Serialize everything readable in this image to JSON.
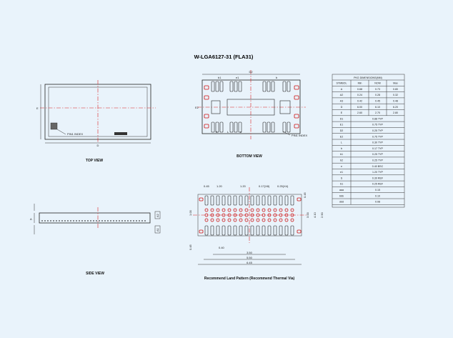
{
  "title": "W-LGA6127-31 (FLA31)",
  "views": {
    "top": "TOP VIEW",
    "bottom": "BOTTOM VIEW",
    "side": "SIDE VIEW",
    "land": "Recommend Land Pattern (Recommend Thermal Via)"
  },
  "pin1_label": "PIN1 INDEX",
  "dims": {
    "top_D": "D",
    "top_E": "E",
    "bot_D2": "D2",
    "bot_b1": "b1",
    "bot_e1": "e1",
    "bot_b": "b",
    "bot_E2": "E2",
    "bot_e": "e",
    "bot_l": "L",
    "bot_k": "K",
    "side_A": "A",
    "side_A2": "A2",
    "side_A1": "A1",
    "lp_045a": "0.45",
    "lp_120a": "1.20",
    "lp_120b": "1.20",
    "lp_017": "0.17(X8)",
    "lp_025": "0.25(X4)",
    "lp_040": "0.40",
    "lp_350": "3.50",
    "lp_550": "5.50",
    "lp_645": "6.45",
    "lp_3_00": "3.00",
    "lp_4_10": "4.10",
    "lp_2_90": "2.90",
    "lp_0_45l": "0.45",
    "lp_0_45r": "0.45",
    "lp_1_00": "1.00"
  },
  "table": {
    "caption": "PKG   DIMENSIONS(MM)",
    "headers": [
      "SYMBOL",
      "Min",
      "NOM",
      "Max"
    ],
    "rows": [
      [
        "A",
        "0.68",
        "0.73",
        "0.80"
      ],
      [
        "A2",
        "0.24",
        "0.28",
        "0.32"
      ],
      [
        "A3",
        "0.42",
        "0.45",
        "0.48"
      ],
      [
        "D",
        "6.00",
        "6.10",
        "6.20"
      ],
      [
        "E",
        "2.60",
        "2.70",
        "2.80"
      ],
      [
        "D1",
        "0.88 TYP"
      ],
      [
        "E1",
        "0.75 TYP"
      ],
      [
        "D2",
        "0.25 TYP"
      ],
      [
        "E2",
        "0.75 TYP"
      ],
      [
        "L",
        "0.30 TYP"
      ],
      [
        "b",
        "0.17 TYP"
      ],
      [
        "b1",
        "0.25 TYP"
      ],
      [
        "b2",
        "0.25 TYP"
      ],
      [
        "e",
        "0.40 BSC"
      ],
      [
        "e1",
        "1.20 TYP"
      ],
      [
        "S",
        "0.30 REF"
      ],
      [
        "S1",
        "0.25 REF"
      ],
      [
        "aaa",
        "0.15"
      ],
      [
        "bbb",
        "0.10"
      ],
      [
        "ddd",
        "0.08"
      ]
    ]
  }
}
